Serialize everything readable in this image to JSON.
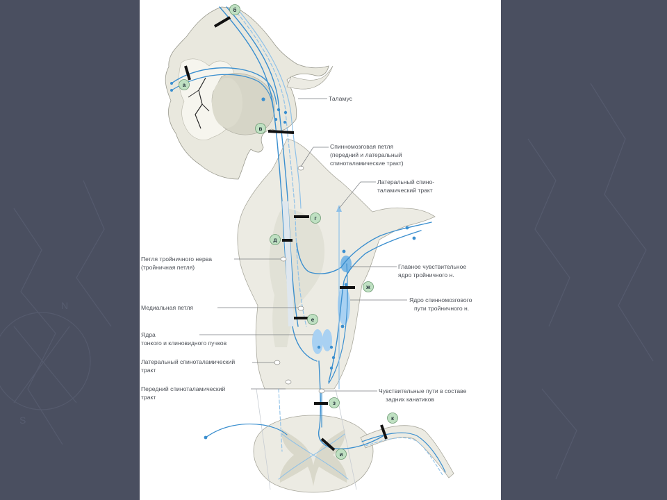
{
  "colors": {
    "background": "#4a4f60",
    "panel": "#ffffff",
    "tissue": "#e7e6dc",
    "tissue_dark": "#d3d2c4",
    "pathway": "#3b8fcf",
    "pathway_light": "#8fc1e8",
    "nucleus": "#9fcbef",
    "badge": "#bfe0c2",
    "marker": "#111111"
  },
  "labels": {
    "thalamus": "Таламус",
    "spinal_lemniscus_1": "Спинномозговая петля",
    "spinal_lemniscus_2": "(передний и латеральный",
    "spinal_lemniscus_3": "спиноталамические тракт)",
    "lateral_stt_top_1": "Латеральный спино-",
    "lateral_stt_top_2": "таламический тракт",
    "trigeminal_lemniscus_1": "Петля тройничного нерва",
    "trigeminal_lemniscus_2": "(тройничная петля)",
    "main_sensory_nucleus_1": "Главное чувствительное",
    "main_sensory_nucleus_2": "ядро тройничного н.",
    "medial_lemniscus": "Медиальная петля",
    "spinal_trigeminal_nucleus_1": "Ядро спинномозгового",
    "spinal_trigeminal_nucleus_2": "пути тройничного н.",
    "gracile_cuneate_1": "Ядра",
    "gracile_cuneate_2": "тонкого и клиновидного пучков",
    "lateral_stt_bottom_1": "Латеральный спиноталамический",
    "lateral_stt_bottom_2": "тракт",
    "anterior_stt_1": "Передний спиноталамический",
    "anterior_stt_2": "тракт",
    "posterior_columns_1": "Чувствительные пути в составе",
    "posterior_columns_2": "задних канатиков"
  },
  "badges": {
    "a": "а",
    "b": "б",
    "v": "в",
    "g": "г",
    "d": "д",
    "e": "е",
    "zh": "ж",
    "z": "з",
    "i": "и",
    "k": "к"
  }
}
